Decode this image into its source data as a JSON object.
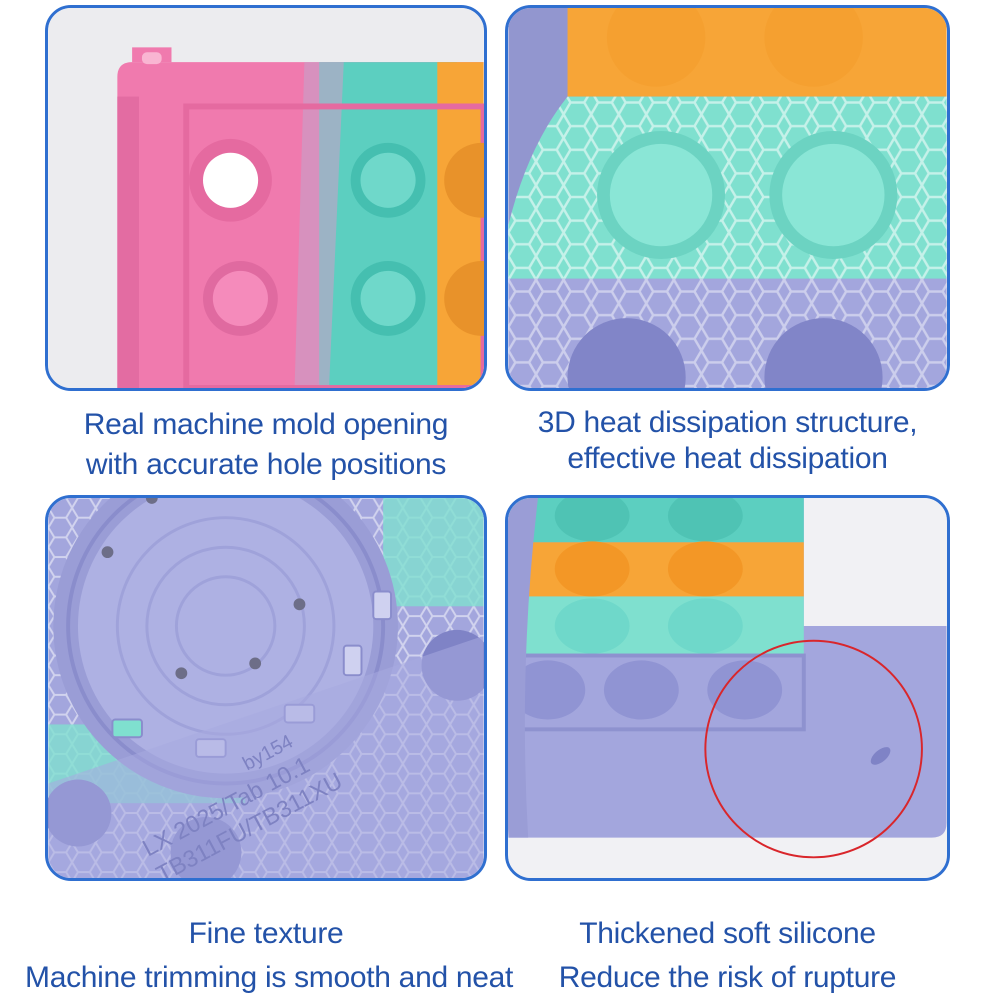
{
  "panels": [
    {
      "caption": [
        "Real machine mold opening",
        "with accurate hole positions"
      ]
    },
    {
      "caption": [
        "3D heat dissipation structure,",
        "effective heat dissipation"
      ]
    },
    {
      "caption": [
        "Fine texture",
        "Machine trimming is smooth and neat"
      ],
      "imprint": [
        "LX 2025/Tab 10.1",
        "TB311FU/TB311XU",
        "by154"
      ]
    },
    {
      "caption": [
        "Thickened soft silicone",
        "Reduce the risk of rupture"
      ]
    }
  ],
  "colors": {
    "frame": "#2f6fd0",
    "caption": "#2352a8",
    "pink": "#f07aae",
    "teal": "#5ccfc0",
    "orange": "#f7a537",
    "lavender": "#a3a6dd",
    "highlight-circle": "#d9262b"
  }
}
